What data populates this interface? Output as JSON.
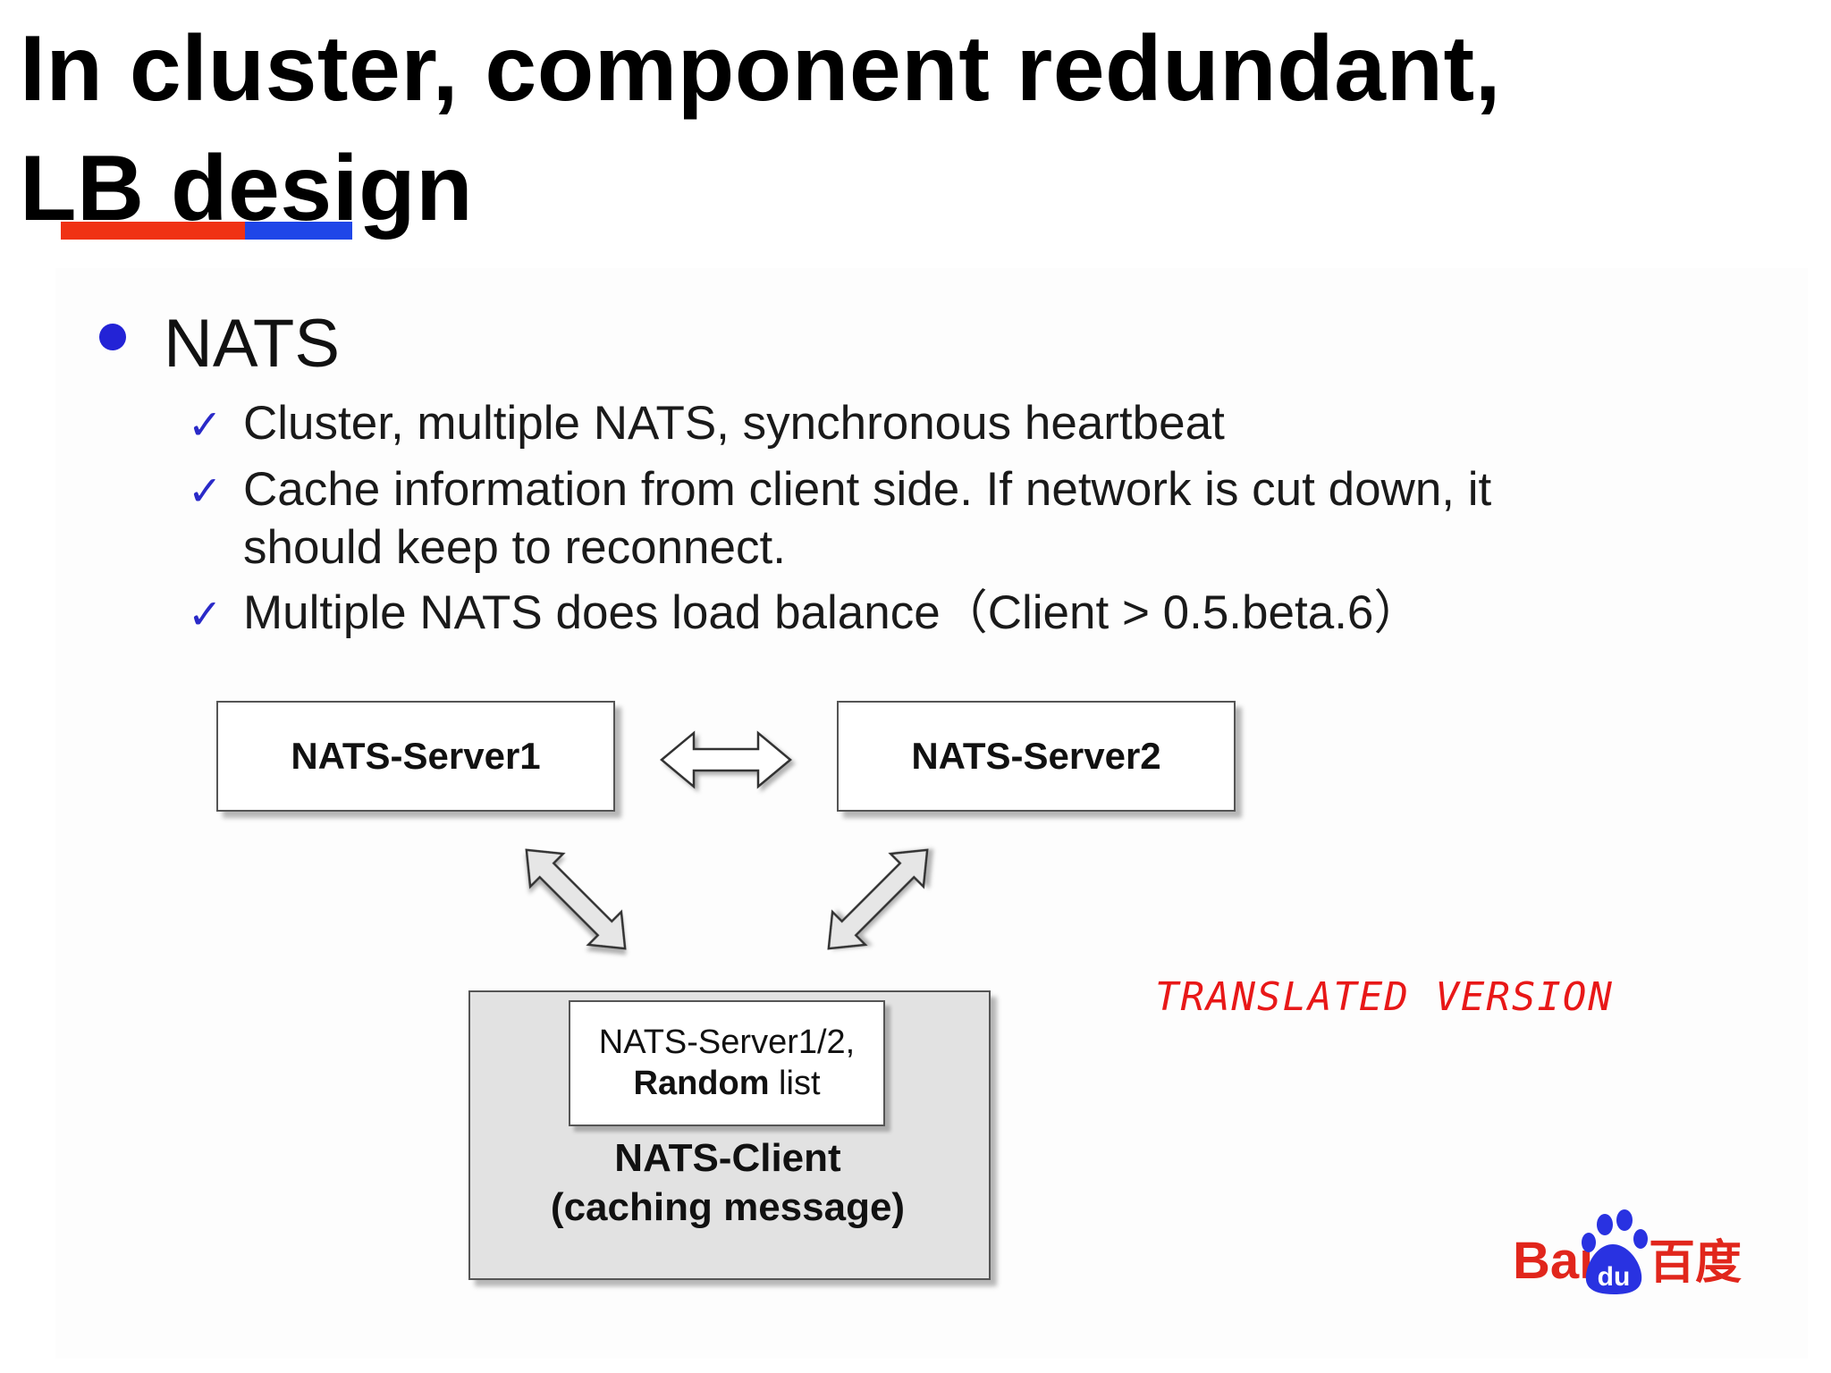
{
  "title": {
    "line1": "In cluster, component redundant,",
    "line2": "LB design"
  },
  "bullet": {
    "label": "NATS"
  },
  "points": [
    {
      "text": "Cluster,   multiple NATS, synchronous heartbeat"
    },
    {
      "text": "Cache information from client side. If network is cut down,   it",
      "continuation": "should keep to reconnect."
    },
    {
      "text": "Multiple NATS does load balance（Client > 0.5.beta.6）"
    }
  ],
  "diagram": {
    "server1": "NATS-Server1",
    "server2": "NATS-Server2",
    "client_inner_line1": "NATS-Server1/2,",
    "client_inner_bold": "Random",
    "client_inner_rest": " list",
    "client_label_line1": "NATS-Client",
    "client_label_line2": "(caching message)"
  },
  "watermark": "TRANSLATED VERSION",
  "logo": {
    "text_bai": "Bai",
    "text_du": "du",
    "text_cn": "百度"
  },
  "colors": {
    "underline_red": "#f03214",
    "underline_blue": "#1f46e8",
    "bullet": "#2323d6",
    "watermark": "#e81818",
    "logo_red": "#e1261c",
    "logo_blue": "#2932e1"
  },
  "icons": [
    "bullet-dot",
    "checkmark-icon",
    "double-arrow-icon",
    "baidu-paw-icon"
  ]
}
